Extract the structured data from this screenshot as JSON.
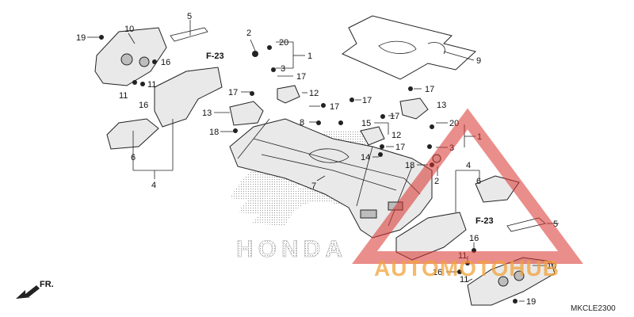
{
  "diagram": {
    "callouts": [
      {
        "id": "c19a",
        "text": "19"
      },
      {
        "id": "c10a",
        "text": "10"
      },
      {
        "id": "c5a",
        "text": "5"
      },
      {
        "id": "c2a",
        "text": "2"
      },
      {
        "id": "c20a",
        "text": "20"
      },
      {
        "id": "c1a",
        "text": "1"
      },
      {
        "id": "c9",
        "text": "9"
      },
      {
        "id": "c16a",
        "text": "16"
      },
      {
        "id": "c11a",
        "text": "11"
      },
      {
        "id": "c11b",
        "text": "11"
      },
      {
        "id": "c16b",
        "text": "16"
      },
      {
        "id": "c3a",
        "text": "3"
      },
      {
        "id": "c17a",
        "text": "17"
      },
      {
        "id": "c12a",
        "text": "12"
      },
      {
        "id": "c17b",
        "text": "17"
      },
      {
        "id": "c17c",
        "text": "17"
      },
      {
        "id": "c13a",
        "text": "13"
      },
      {
        "id": "c17d",
        "text": "17"
      },
      {
        "id": "c17e",
        "text": "17"
      },
      {
        "id": "c13b",
        "text": "13"
      },
      {
        "id": "c8",
        "text": "8"
      },
      {
        "id": "c15",
        "text": "15"
      },
      {
        "id": "c17f",
        "text": "17"
      },
      {
        "id": "c20b",
        "text": "20"
      },
      {
        "id": "c18a",
        "text": "18"
      },
      {
        "id": "c12b",
        "text": "12"
      },
      {
        "id": "c17g",
        "text": "17"
      },
      {
        "id": "c1b",
        "text": "1"
      },
      {
        "id": "c6a",
        "text": "6"
      },
      {
        "id": "c3b",
        "text": "3"
      },
      {
        "id": "c14",
        "text": "14"
      },
      {
        "id": "c18b",
        "text": "18"
      },
      {
        "id": "c4a",
        "text": "4"
      },
      {
        "id": "c7",
        "text": "7"
      },
      {
        "id": "c2b",
        "text": "2"
      },
      {
        "id": "c4b",
        "text": "4"
      },
      {
        "id": "c6b",
        "text": "6"
      },
      {
        "id": "c5b",
        "text": "5"
      },
      {
        "id": "c16c",
        "text": "16"
      },
      {
        "id": "c11c",
        "text": "11"
      },
      {
        "id": "c10b",
        "text": "10"
      },
      {
        "id": "c11d",
        "text": "11"
      },
      {
        "id": "c16d",
        "text": "16"
      },
      {
        "id": "c19b",
        "text": "19"
      }
    ],
    "ref_a": "F-23",
    "ref_b": "F-23",
    "front": "FR.",
    "code": "MKCLE2300",
    "brand_mark": "HONDA",
    "watermark": "AUTOMOTOHUB"
  },
  "colors": {
    "line": "#222222",
    "part_fill": "#e9e9e9",
    "watermark_red": "#d9312b",
    "watermark_orange": "#f2a23a"
  }
}
